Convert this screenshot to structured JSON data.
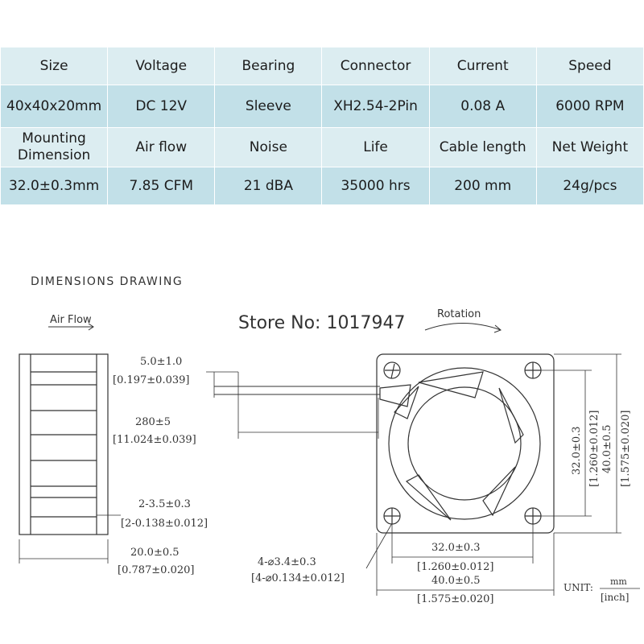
{
  "specs": {
    "row1_headers": [
      "Size",
      "Voltage",
      "Bearing",
      "Connector",
      "Current",
      "Speed"
    ],
    "row1_values": [
      "40x40x20mm",
      "DC 12V",
      "Sleeve",
      "XH2.54-2Pin",
      "0.08 A",
      "6000 RPM"
    ],
    "row2_headers": [
      "Mounting\nDimension",
      "Air flow",
      "Noise",
      "Life",
      "Cable length",
      "Net Weight"
    ],
    "row2_values": [
      "32.0±0.3mm",
      "7.85 CFM",
      "21 dBA",
      "35000 hrs",
      "200 mm",
      "24g/pcs"
    ]
  },
  "drawing": {
    "title": "DIMENSIONS DRAWING",
    "air_flow_label": "Air Flow",
    "rotation_label": "Rotation",
    "watermark": "Store No: 1017947",
    "wire_gap_mm": "5.0±1.0",
    "wire_gap_inch": "[0.197±0.039]",
    "cable_length_mm": "280±5",
    "cable_length_inch": "[11.024±0.039]",
    "rib_spacing_mm": "2-3.5±0.3",
    "rib_spacing_inch": "[2-0.138±0.012]",
    "thickness_mm": "20.0±0.5",
    "thickness_inch": "[0.787±0.020]",
    "holes_mm": "4-⌀3.4±0.3",
    "holes_inch": "[4-⌀0.134±0.012]",
    "hole_pitch_mm": "32.0±0.3",
    "hole_pitch_inch": "[1.260±0.012]",
    "frame_width_mm": "40.0±0.5",
    "frame_width_inch": "[1.575±0.020]",
    "v_hole_pitch": "32.0±0.3\n[1.260±0.012]",
    "v_frame_mm": "40.0±0.5",
    "v_frame_inch": "[1.575±0.020]",
    "unit_label": "UNIT:",
    "unit_num": "mm",
    "unit_den": "[inch]"
  }
}
